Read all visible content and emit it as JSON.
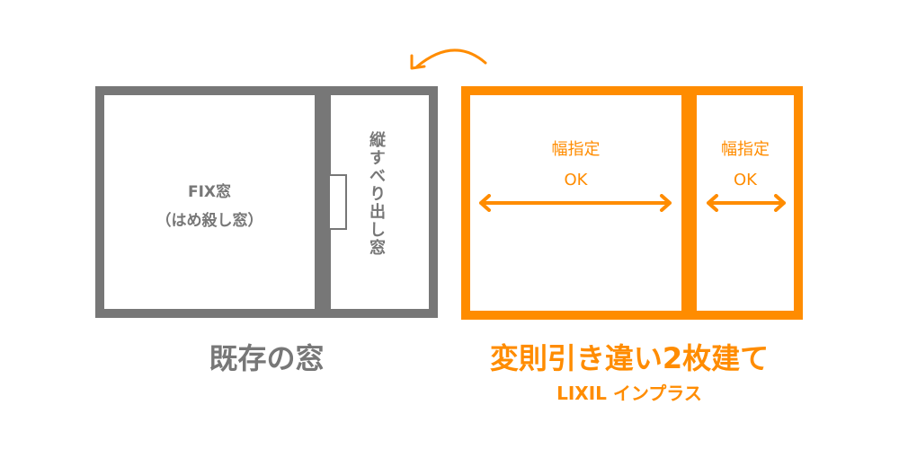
{
  "existing": {
    "fix_label": "FIX窓",
    "fix_sub": "（はめ殺し窓）",
    "casement_label": "縦すべり出し窓",
    "caption": "既存の窓"
  },
  "replacement": {
    "left_label": "幅指定",
    "left_ok": "OK",
    "right_label": "幅指定",
    "right_ok": "OK",
    "caption": "変則引き違い2枚建て",
    "product": "LIXIL インプラス"
  },
  "colors": {
    "gray": "#777777",
    "orange": "#ff8c00"
  }
}
